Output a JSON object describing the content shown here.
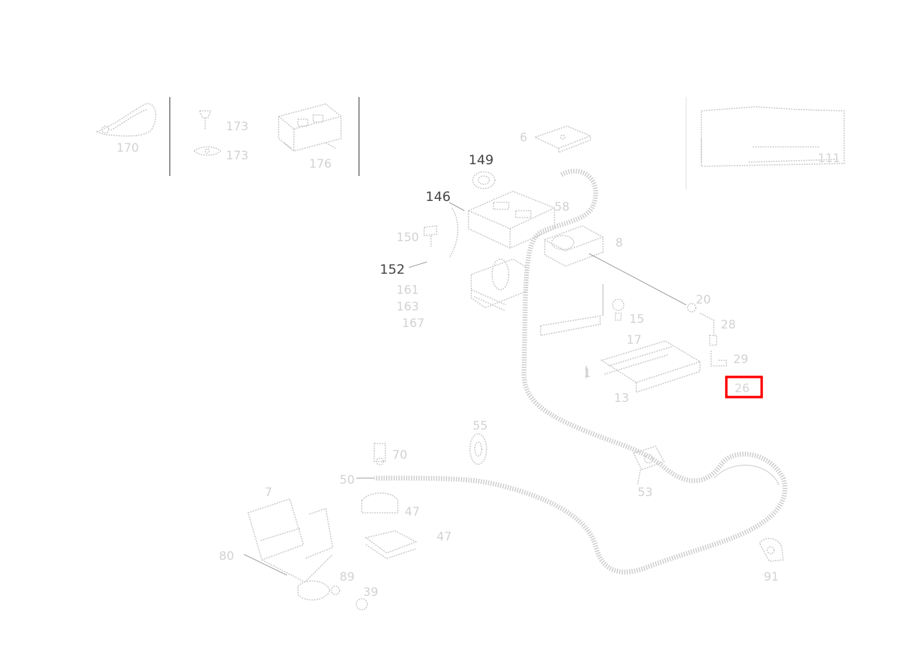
{
  "diagram": {
    "highlight_color": "#ff0000",
    "labels": {
      "p170": "170",
      "p173a": "173",
      "p173b": "173",
      "p176": "176",
      "p6": "6",
      "p149": "149",
      "p146": "146",
      "p58": "58",
      "p8": "8",
      "p150": "150",
      "p152": "152",
      "p161": "161",
      "p163": "163",
      "p167": "167",
      "p20": "20",
      "p28": "28",
      "p15": "15",
      "p17": "17",
      "p29": "29",
      "p26": "26",
      "p1": "1",
      "p13": "13",
      "p111": "111",
      "p55": "55",
      "p70": "70",
      "p50": "50",
      "p47a": "47",
      "p47b": "47",
      "p53": "53",
      "p7": "7",
      "p80": "80",
      "p89": "89",
      "p39": "39",
      "p91": "91"
    },
    "highlighted_label": "26"
  }
}
